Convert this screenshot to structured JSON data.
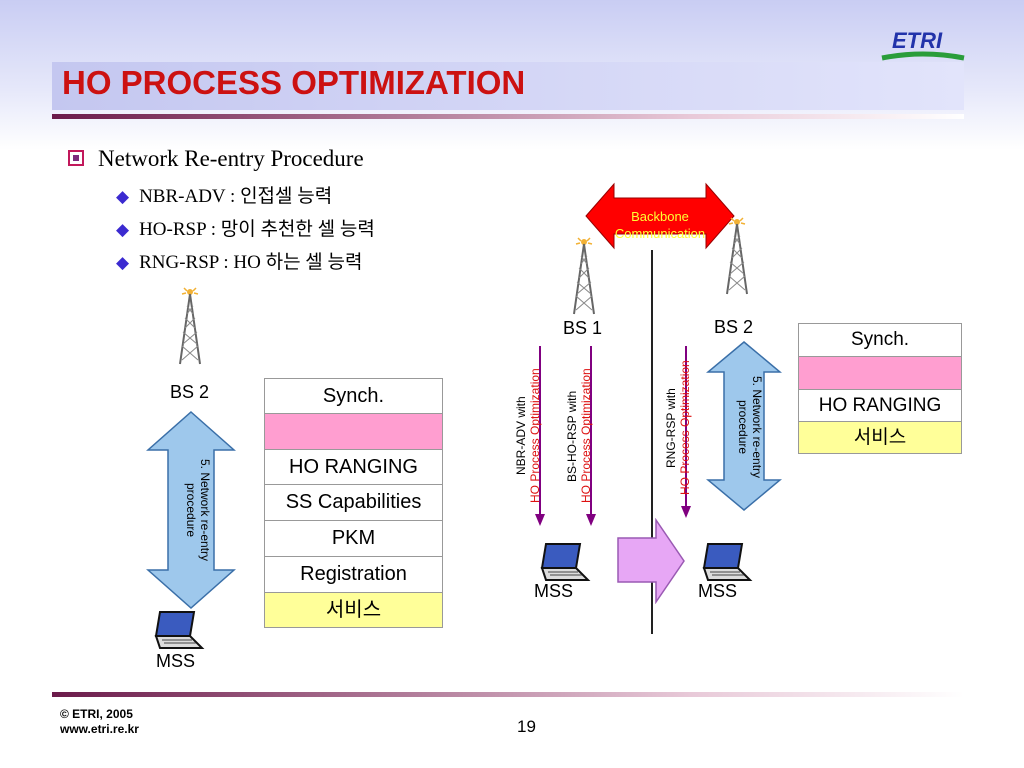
{
  "logo": {
    "text": "ETRI"
  },
  "title": "HO PROCESS OPTIMIZATION",
  "main_bullet": "Network Re-entry Procedure",
  "sub_bullets": [
    "NBR-ADV : 인접셀 능력",
    "HO-RSP : 망이 추천한 셀 능력",
    "RNG-RSP : HO 하는 셀 능력"
  ],
  "left": {
    "bs_label": "BS 2",
    "mss_label": "MSS",
    "arrow_text": [
      "5. Network re-entry",
      "procedure"
    ],
    "steps": [
      {
        "text": "Synch.",
        "style": "plain"
      },
      {
        "text": "",
        "style": "pink"
      },
      {
        "text": "HO RANGING",
        "style": "plain"
      },
      {
        "text": "SS Capabilities",
        "style": "plain"
      },
      {
        "text": "PKM",
        "style": "plain"
      },
      {
        "text": "Registration",
        "style": "plain"
      },
      {
        "text": "서비스",
        "style": "yellow"
      }
    ]
  },
  "right": {
    "backbone_text": [
      "Backbone",
      "Communication"
    ],
    "bs1_label": "BS 1",
    "bs2_label": "BS 2",
    "mss1_label": "MSS",
    "mss2_label": "MSS",
    "arrow_text": [
      "5. Network re-entry",
      "procedure"
    ],
    "messages": [
      {
        "line1": "NBR-ADV with",
        "line2": "HO Process Optimization"
      },
      {
        "line1": "BS-HO-RSP with",
        "line2": "HO Process Optimization"
      },
      {
        "line1": "RNG-RSP with",
        "line2": "HO Process Optimization"
      }
    ],
    "steps": [
      {
        "text": "Synch.",
        "style": "plain"
      },
      {
        "text": "",
        "style": "pink"
      },
      {
        "text": "HO RANGING",
        "style": "plain"
      },
      {
        "text": "서비스",
        "style": "yellow"
      }
    ]
  },
  "footer": {
    "copyright": "© ETRI, 2005",
    "url": "www.etri.re.kr",
    "page": "19"
  },
  "colors": {
    "title": "#cc1111",
    "pink": "#ff9ed0",
    "yellow": "#ffff99",
    "arrow_blue": "#9ec8ec",
    "backbone_red": "#ff0000",
    "message_arrow": "#800080",
    "handover_arrow": "#e7a7f5"
  }
}
